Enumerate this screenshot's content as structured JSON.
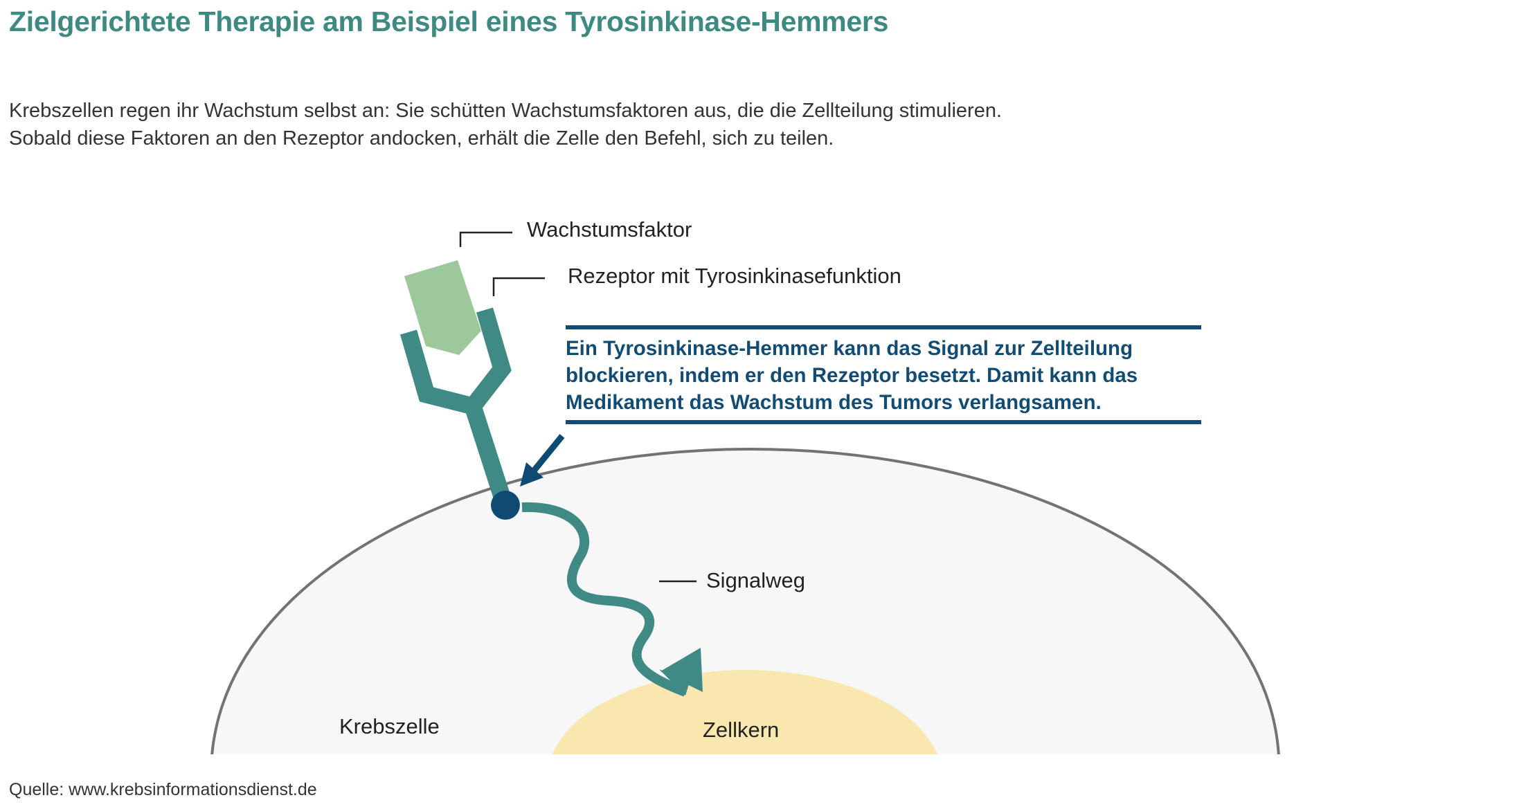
{
  "header": {
    "title": "Zielgerichtete Therapie am Beispiel eines Tyrosinkinase-Hemmers"
  },
  "intro": {
    "lines": [
      "Krebszellen regen ihr Wachstum selbst an: Sie schütten Wachstumsfaktoren aus, die die Zellteilung stimulieren.",
      "Sobald diese Faktoren an den Rezeptor andocken, erhält die Zelle den Befehl, sich zu teilen."
    ]
  },
  "diagram": {
    "labels": {
      "growth_factor": "Wachstumsfaktor",
      "receptor": "Rezeptor mit Tyrosinkinasefunktion",
      "signal_path": "Signalweg",
      "cancer_cell": "Krebszelle",
      "nucleus": "Zellkern"
    },
    "callout": {
      "lines": [
        "Ein Tyrosinkinase-Hemmer kann das Signal zur Zellteilung",
        "blockieren, indem er den Rezeptor besetzt. Damit kann das",
        "Medikament das Wachstum des Tumors verlangsamen."
      ]
    },
    "colors": {
      "title": "#3f8a80",
      "receptor": "#3f8a84",
      "growth_factor": "#9cc89b",
      "inhibitor": "#0f4a72",
      "callout_text": "#134c73",
      "cell_fill": "#f7f7f7",
      "cell_outline": "#737373",
      "nucleus": "#f8e8b0"
    },
    "icons": {
      "growth_factor": "pentagon-ligand-icon",
      "receptor": "y-shaped-receptor-icon",
      "inhibitor": "dot-inhibitor-icon",
      "pointer": "arrow-pointer-icon",
      "signal": "wavy-arrow-icon"
    }
  },
  "footer": {
    "source": "Quelle: www.krebsinformationsdienst.de"
  }
}
